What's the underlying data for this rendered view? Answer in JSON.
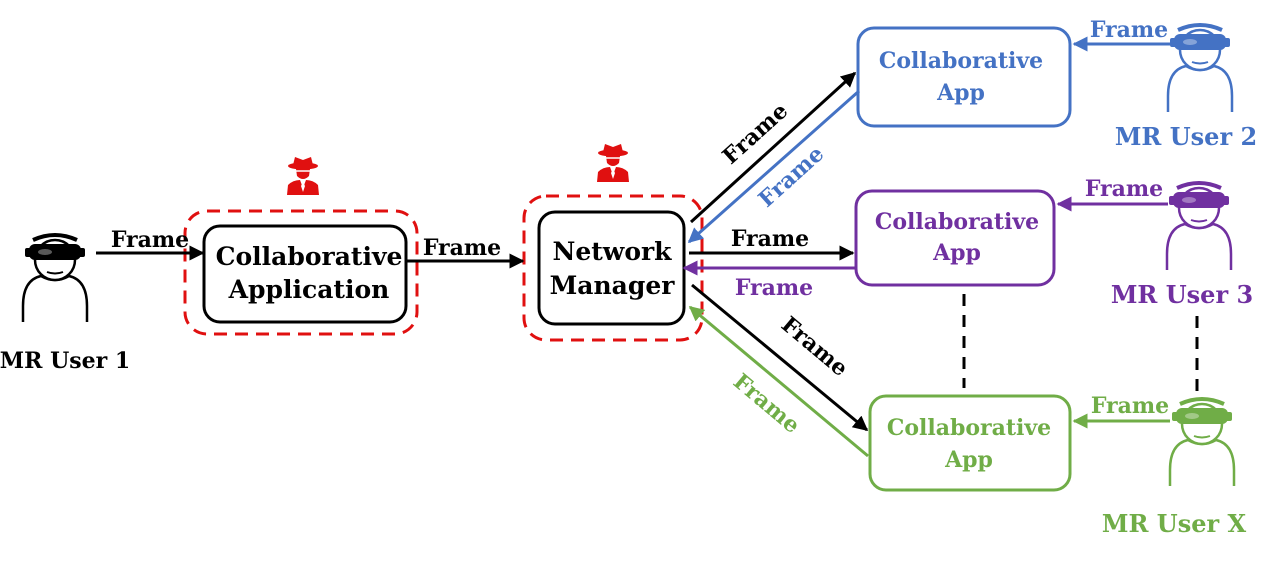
{
  "colors": {
    "black": "#000000",
    "red": "#e01010",
    "blue": "#4472c4",
    "purple": "#7030a0",
    "green": "#70ad47"
  },
  "users": {
    "u1": "MR User 1",
    "u2": "MR User 2",
    "u3": "MR User 3",
    "ux": "MR User X"
  },
  "nodes": {
    "collab_app_line1": "Collaborative",
    "collab_app_line2": "Application",
    "network_line1": "Network",
    "network_line2": "Manager",
    "app_line1": "Collaborative",
    "app_line2": "App"
  },
  "edge_label": "Frame",
  "icons": [
    "vr-headset-user-icon",
    "spy-attacker-icon"
  ]
}
